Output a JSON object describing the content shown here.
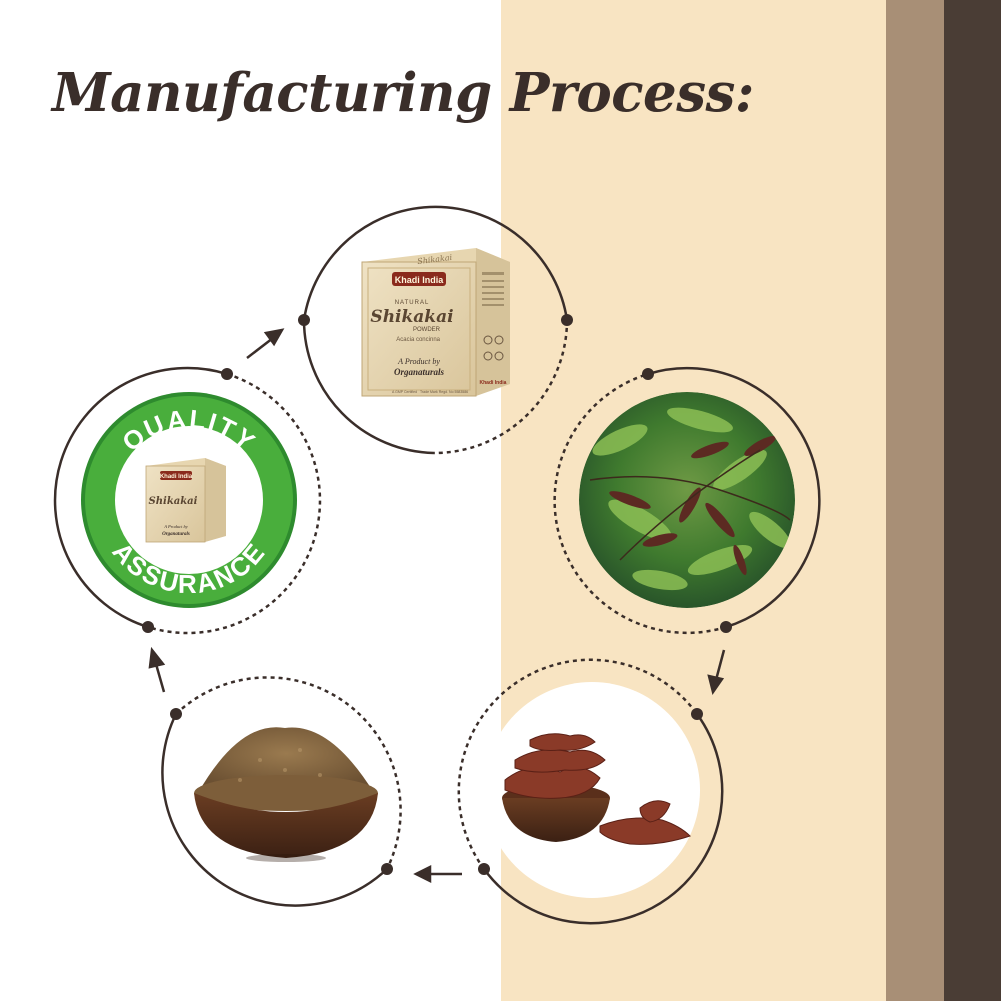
{
  "colors": {
    "background_left": "#ffffff",
    "background_panel": "#f8e4c2",
    "stripe_light": "#a88f76",
    "stripe_dark": "#4a3d35",
    "title": "#3a2e2a",
    "ring": "#3a2e2a",
    "badge_green_outer": "#2e8b2e",
    "badge_green_inner": "#49ae3c"
  },
  "header": {
    "title": "Manufacturing Process:"
  },
  "steps": [
    {
      "name": "packaged-product",
      "image": "shikakai-powder-box"
    },
    {
      "name": "shikakai-plant",
      "image": "shikakai-tree-with-pods"
    },
    {
      "name": "dried-pods",
      "image": "dried-shikakai-pods-in-wooden-bowl"
    },
    {
      "name": "powder",
      "image": "shikakai-powder-in-wooden-bowl"
    },
    {
      "name": "quality-assurance",
      "image": "quality-assurance-badge"
    }
  ],
  "product_box": {
    "brand": "Khadi India",
    "tagline": "NATURAL",
    "product": "Shikakai",
    "variant": "POWDER",
    "botanical": "Acacia concinna",
    "byline": "A Product by",
    "maker": "Organaturals",
    "spine_text": "Shikakai",
    "side_brand": "Khadi India",
    "footer_left": "A GMP Certified",
    "footer_right": "Trade Mark Regd. No 5583586"
  },
  "badge": {
    "top_text": "QUALITY",
    "bottom_text": "ASSURANCE"
  }
}
